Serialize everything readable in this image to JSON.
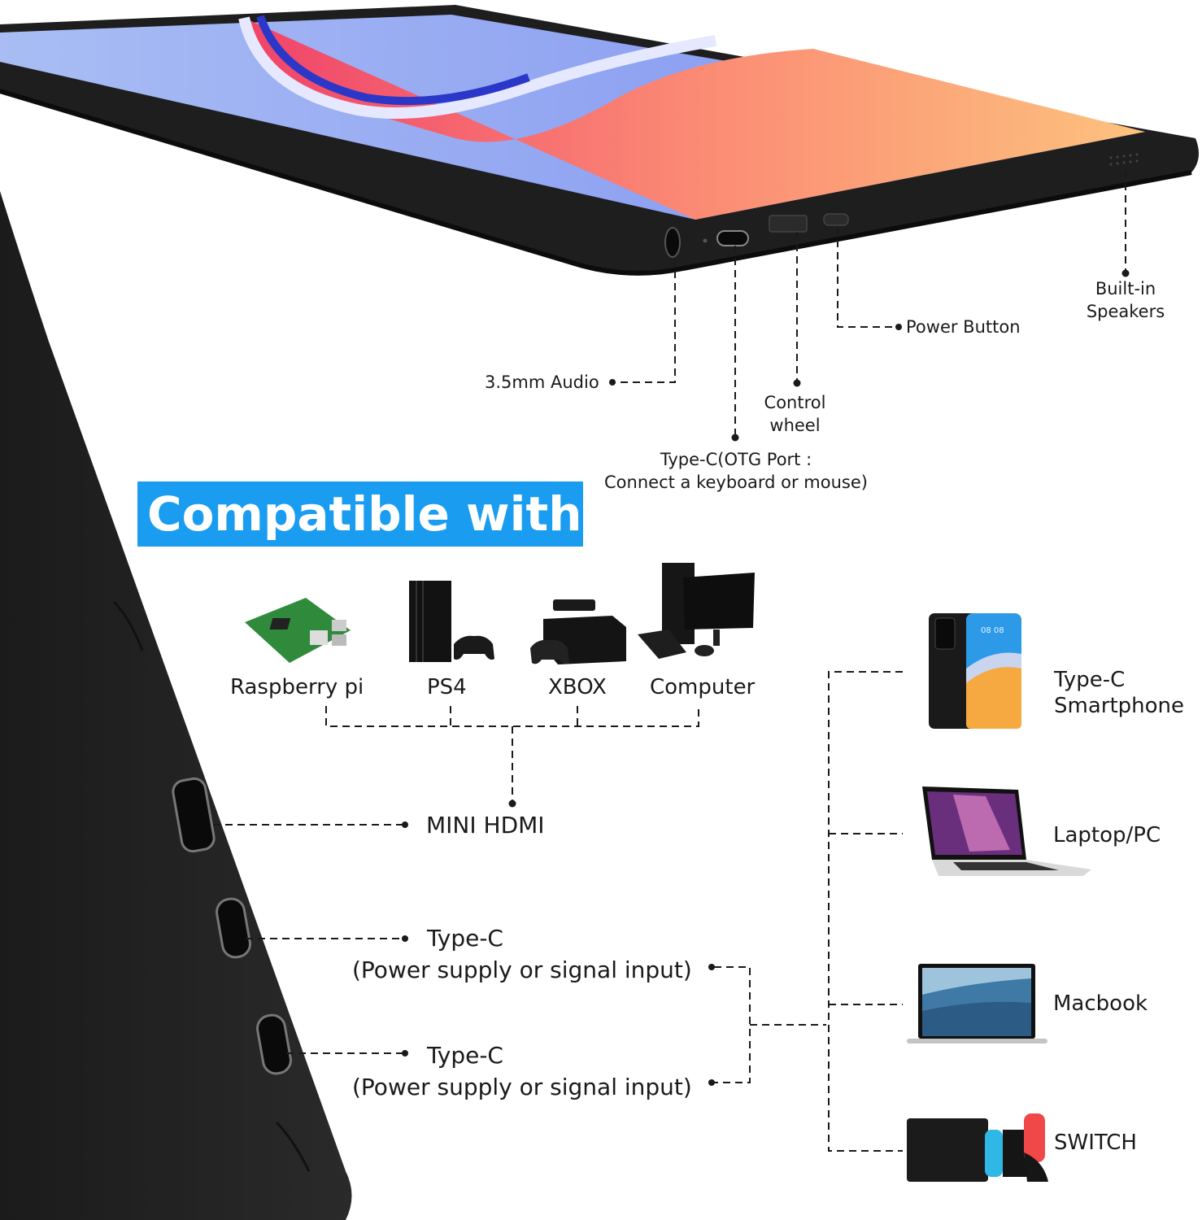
{
  "colors": {
    "banner": "#1a9cf0",
    "banner_text": "#ffffff",
    "monitor_body": "#1f1f1f",
    "line": "#1a1a1a"
  },
  "top_ports": {
    "audio": "3.5mm Audio",
    "otg_line1": "Type-C(OTG Port :",
    "otg_line2": "Connect a keyboard or mouse)",
    "control_line1": "Control",
    "control_line2": "wheel",
    "power": "Power Button",
    "speakers_line1": "Built-in",
    "speakers_line2": "Speakers"
  },
  "banner": {
    "text": "Compatible with"
  },
  "hdmi_devices": [
    {
      "label": "Raspberry pi",
      "icon": "raspberry-pi-board"
    },
    {
      "label": "PS4",
      "icon": "ps4-console"
    },
    {
      "label": "XBOX",
      "icon": "xbox-console"
    },
    {
      "label": "Computer",
      "icon": "desktop-computer"
    }
  ],
  "side_ports": [
    {
      "label": "MINI HDMI"
    },
    {
      "label_line1": "Type-C",
      "label_line2": "(Power supply or signal input)"
    },
    {
      "label_line1": "Type-C",
      "label_line2": "(Power supply or signal input)"
    }
  ],
  "typec_devices": [
    {
      "label_line1": "Type-C",
      "label_line2": "Smartphone",
      "icon": "smartphone",
      "screen_time": "08 08"
    },
    {
      "label": "Laptop/PC",
      "icon": "laptop"
    },
    {
      "label": "Macbook",
      "icon": "macbook"
    },
    {
      "label": "SWITCH",
      "icon": "nintendo-switch"
    }
  ]
}
